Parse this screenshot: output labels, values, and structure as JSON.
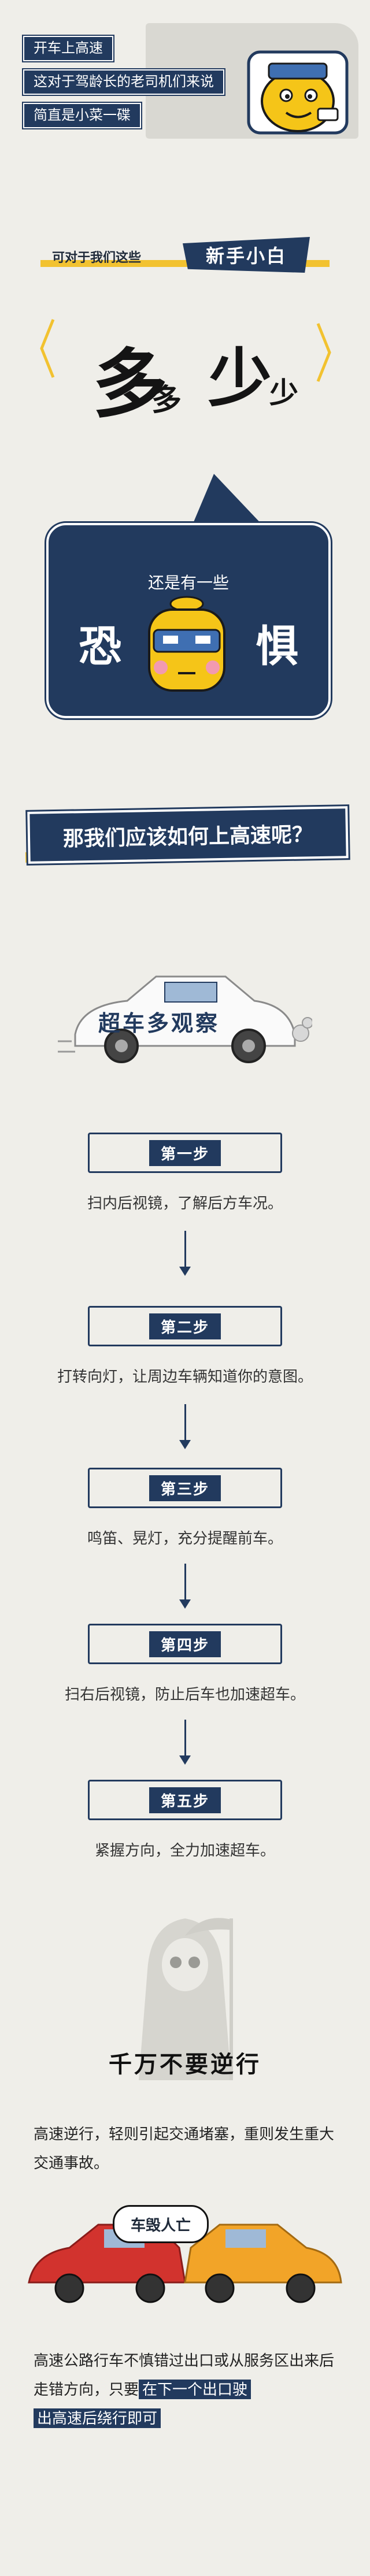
{
  "intro": {
    "lines": [
      "开车上高速",
      "这对于驾龄长的老司机们来说",
      "简直是小菜一碟"
    ]
  },
  "banner": {
    "label": "可对于我们这些",
    "tag": "新手小白"
  },
  "big_chars": {
    "duo": "多",
    "duo_small": "多",
    "shao": "少",
    "shao_small": "少"
  },
  "bubble": {
    "sub": "还是有一些",
    "fear_left": "恐",
    "fear_right": "惧"
  },
  "question": "那我们应该如何上高速呢？",
  "overtake_title": "超车多观察",
  "steps": [
    {
      "tag": "第一步",
      "desc": "扫内后视镜，了解后方车况。"
    },
    {
      "tag": "第二步",
      "desc": "打转向灯，让周边车辆知道你的意图。"
    },
    {
      "tag": "第三步",
      "desc": "鸣笛、晃灯，充分提醒前车。"
    },
    {
      "tag": "第四步",
      "desc": "扫右后视镜，防止后车也加速超车。"
    },
    {
      "tag": "第五步",
      "desc": "紧握方向，全力加速超车。"
    }
  ],
  "reverse": {
    "title": "千万不要逆行",
    "para1": "高速逆行，轻则引起交通堵塞，重则发生重大交通事故。",
    "crash_label": "车毁人亡",
    "para2_plain": "高速公路行车不慎错过出口或从服务区出来后走错方向，只要",
    "para2_hl1": "在下一个出口驶",
    "para2_hl2": "出高速后绕行即可"
  },
  "colors": {
    "navy": "#223a5e",
    "yellow": "#f2c230",
    "paper": "#efeee9"
  }
}
